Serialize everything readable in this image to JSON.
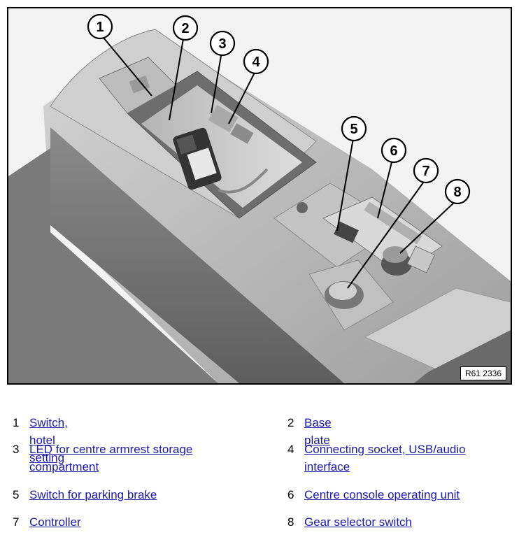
{
  "figure": {
    "reference_code": "R61 2336",
    "callouts": [
      "1",
      "2",
      "3",
      "4",
      "5",
      "6",
      "7",
      "8"
    ]
  },
  "legend": [
    {
      "num": "1",
      "label": "Switch, hotel setting"
    },
    {
      "num": "2",
      "label": "Base plate"
    },
    {
      "num": "3",
      "label": "LED for centre armrest storage compartment"
    },
    {
      "num": "4",
      "label": "Connecting socket, USB/audio interface"
    },
    {
      "num": "5",
      "label": "Switch for parking brake"
    },
    {
      "num": "6",
      "label": "Centre console operating unit"
    },
    {
      "num": "7",
      "label": "Controller"
    },
    {
      "num": "8",
      "label": "Gear selector switch"
    }
  ],
  "colors": {
    "link": "#1a1aa6",
    "callout_border": "#000000"
  }
}
